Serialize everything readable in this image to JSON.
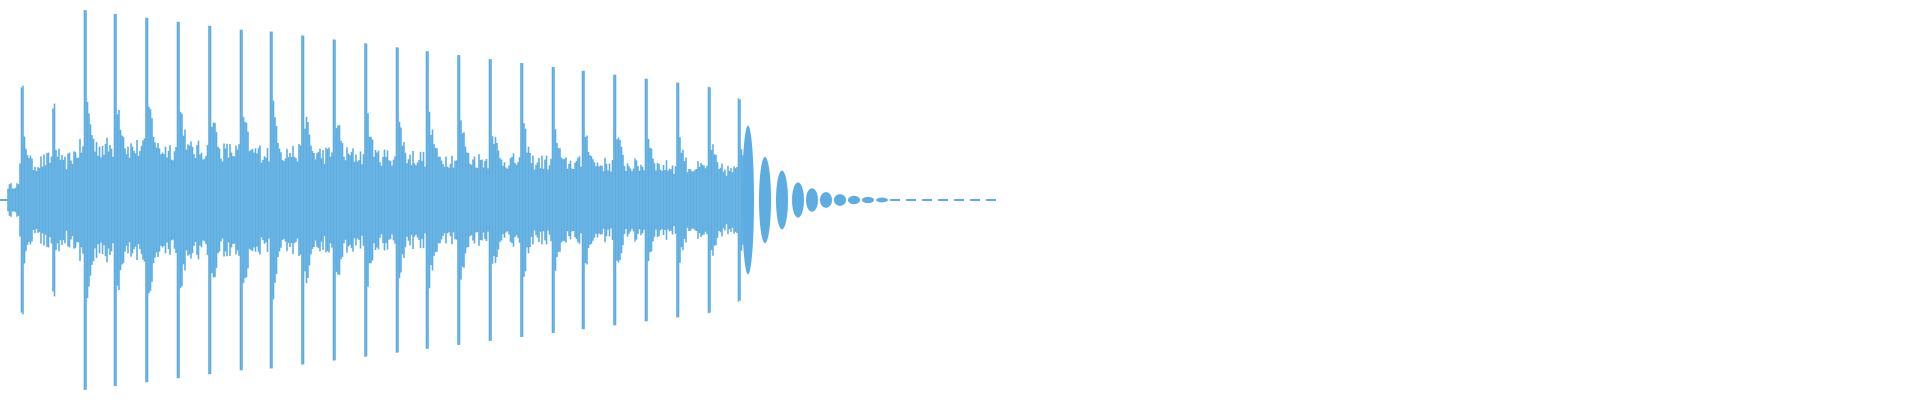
{
  "waveform": {
    "color": "#5dade2",
    "background": "#ffffff",
    "content": "audio-waveform",
    "pulse_count": 24,
    "peak_amplitudes": [
      0.45,
      0.97,
      0.95,
      0.93,
      0.91,
      0.89,
      0.87,
      0.86,
      0.84,
      0.82,
      0.8,
      0.78,
      0.76,
      0.74,
      0.72,
      0.7,
      0.68,
      0.66,
      0.64,
      0.62,
      0.6,
      0.58,
      0.52,
      0.38
    ],
    "tail_end_fraction": 0.52,
    "tail_style": "dashed-decay"
  }
}
